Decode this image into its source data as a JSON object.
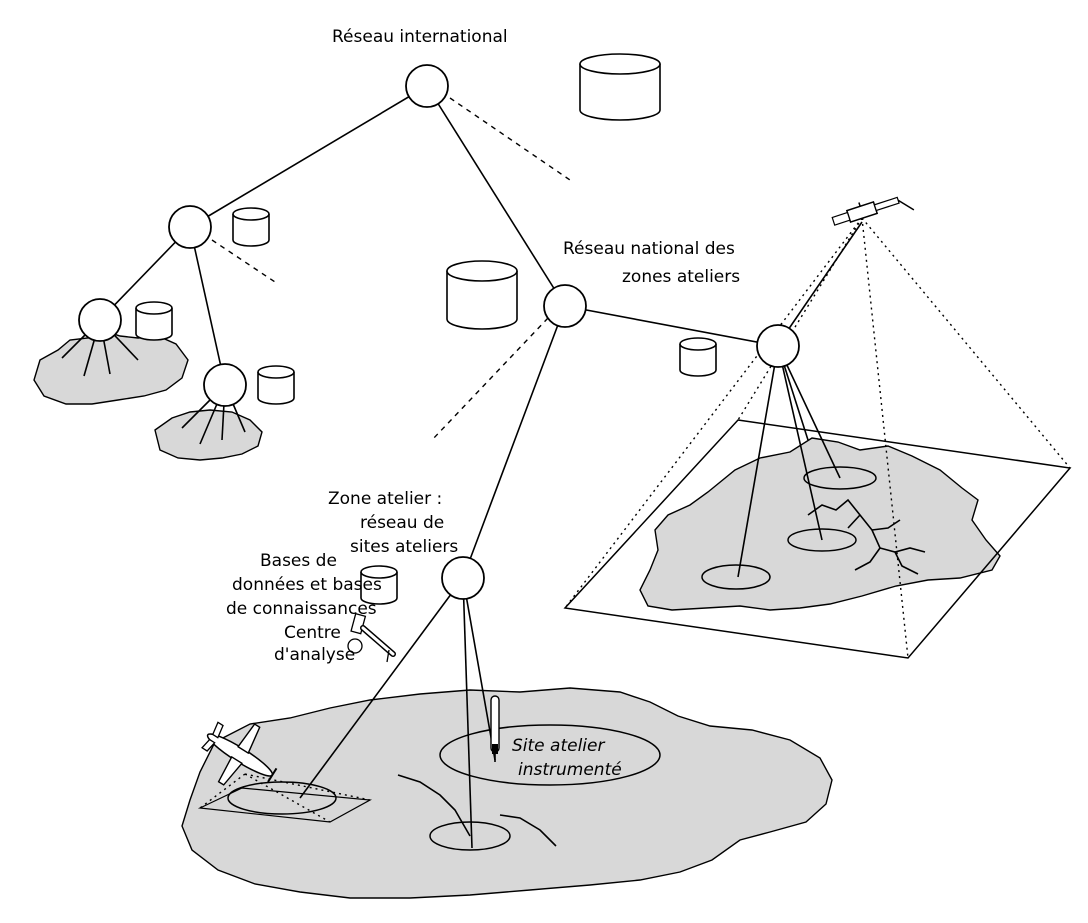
{
  "labels": {
    "international": "Réseau international",
    "national_line1": "Réseau national des",
    "national_line2": "zones ateliers",
    "zone_line1": "Zone atelier :",
    "zone_line2": "réseau de",
    "zone_line3": "sites ateliers",
    "bases_line1": "Bases de",
    "bases_line2": "données et bases",
    "bases_line3": "de connaissances",
    "centre_line1": "Centre",
    "centre_line2": "d'analyse",
    "site_line1": "Site atelier",
    "site_line2": "instrumenté"
  },
  "colors": {
    "land": "#d8d8d8",
    "stroke": "#000000",
    "background": "#ffffff"
  },
  "icons": [
    "database-icon",
    "satellite-icon",
    "airplane-icon",
    "analysis-centre-icon",
    "sensor-mast-icon"
  ]
}
